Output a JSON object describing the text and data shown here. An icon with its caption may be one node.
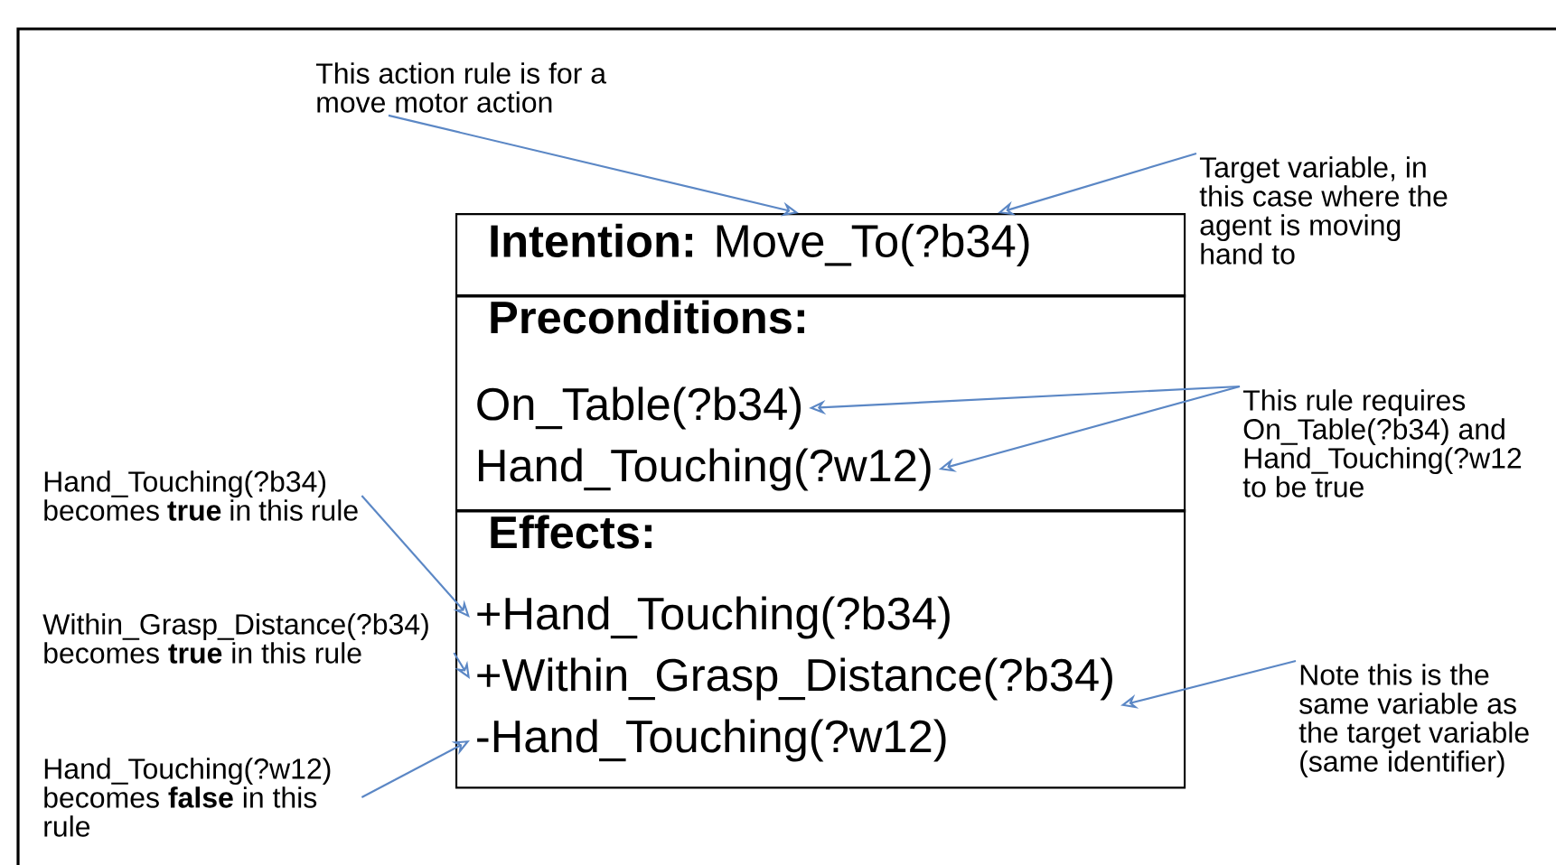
{
  "diagram": {
    "nodes": [
      {
        "text": [
          "**Intention:** Move_To(?b34)"
        ]
      },
      {
        "text": [
          "Preconditions:"
        ]
      },
      {
        "text": [
          "On_Table(?b34)"
        ],
        "in": 1
      },
      {
        "text": [
          "Hand_Touching(?w12)"
        ],
        "in": 1
      },
      {
        "text": [
          "Effects:"
        ]
      },
      {
        "text": [
          "+Hand_Touching(?b34)"
        ],
        "in": 4
      },
      {
        "text": [
          "+Within_Grasp_Distance(?b34)"
        ],
        "in": 4
      },
      {
        "text": [
          "-Hand_Touching(?w12)"
        ],
        "in": 4
      },
      {
        "text": [
          "This action rule is for a move motor action"
        ]
      },
      {
        "text": [
          "Target variable, in this case where the agent is moving hand to"
        ]
      },
      {
        "text": [
          "This rule requires On_Table(?b34) and Hand_Touching(?w12 to be true"
        ]
      },
      {
        "text": [
          "Hand_Touching(?b34) becomes **true** in this rule"
        ]
      },
      {
        "text": [
          "Within_Grasp_Distance(?b34) becomes **true** in this rule"
        ]
      },
      {
        "text": [
          "Hand_Touching(?w12) becomes **false** in this rule"
        ]
      },
      {
        "text": [
          "Note this is the same variable as the target variable (same identifier)"
        ]
      }
    ],
    "edges": [
      {
        "from": 8,
        "to": 0,
        "arrow": "to"
      },
      {
        "from": 9,
        "to": 0,
        "arrow": "to"
      },
      {
        "from": 10,
        "to": 2,
        "arrow": "to"
      },
      {
        "from": 10,
        "to": 3,
        "arrow": "to"
      },
      {
        "from": 11,
        "to": 5,
        "arrow": "to"
      },
      {
        "from": 12,
        "to": 6,
        "arrow": "to"
      },
      {
        "from": 13,
        "to": 7,
        "arrow": "to"
      },
      {
        "from": 14,
        "to": 6,
        "arrow": "to"
      }
    ]
  }
}
